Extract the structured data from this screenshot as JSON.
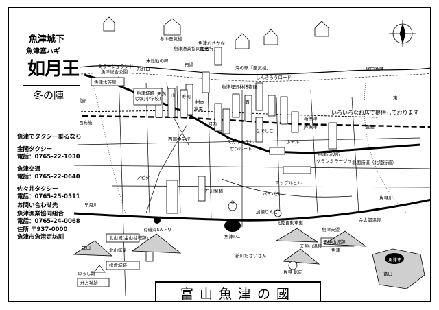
{
  "map": {
    "title_line1": "魚津城下",
    "title_line2": "魚津塞ハギ",
    "title_line3": "如月王",
    "title_line4": "冬の陣",
    "bottom_title": "富山魚津の國",
    "shop_note": "いろいろなお店で提供しております"
  },
  "info": {
    "taxi_heading": "魚津でタクシー乗るなら",
    "taxi1_name": "金閣タクシー",
    "taxi1_tel": "電話：0765-22-1030",
    "taxi2_name": "魚津交通",
    "taxi2_tel": "電話：0765-22-0640",
    "taxi3_name": "佐々井タクシー",
    "taxi3_tel": "電話：0765-25-0511",
    "contact_heading": "お問い合わせ先",
    "contact_org": "魚津漁業協同組合",
    "contact_tel": "電話：0765-24-0068",
    "contact_addr1": "住所 〒937-0000",
    "contact_addr2": "魚津市魚港定坊割"
  },
  "labels": {
    "fuyu_no_ichi": "冬の鹿気楼",
    "yonekami": "米穀勧の碑",
    "mirage_land": "ミラージュランド",
    "mirage_park": "魚津総合公園",
    "mandoko": "万灯ロ",
    "uozu_suizokukan": "魚津水族館",
    "shoubai": "魚津漁業協同組合",
    "okami": "魚津おさかな",
    "okami2": "直売所",
    "ichiba": "市場",
    "umi_eki": "海の駅「蜃気楼」",
    "shinkiro_road": "しんきろうロード",
    "ketsuzen": "経田漁港",
    "tsurigo": "魚津埋没林博物館",
    "shiroyama": "魚津城跡",
    "shiroyama2": "(大町小学校)",
    "yama": "山",
    "tenman": "天満",
    "jinja": "寿司",
    "muramoto": "村本",
    "kaden": "家電",
    "sakana": "酒",
    "nishichu": "西部中学校",
    "kurobe": "黒部",
    "shiyakusho": "魚津市役所",
    "granmiraju": "グランミラージュ",
    "hokuriku": "北国街道（北陸街道）",
    "uozu_station": "新魚津",
    "jr_uozu": "JR魚津",
    "sky_hotel": "スカイホテル",
    "sanroto": "サンルート",
    "apple_hill": "アップルヒル",
    "bypass": "バイパス",
    "ishikawa": "石川製麺",
    "apita": "アピタ",
    "kanaeda": "加積りんご",
    "hokuriku_exp": "北陸自動車道",
    "arisoi_sa": "有磯海SA下り",
    "uozu_ic": "魚津I.C.",
    "kintaichi": "金太郎温泉",
    "kintaichi2": "魚津天望",
    "tenjinyama": "天神山温泉",
    "tenjinyama2": "天神山城跡",
    "kitayama": "北山城(金山谷城跡)",
    "kitayama2": "北山鉱泉",
    "matsukura": "松倉城跡",
    "nochi": "のろし跡",
    "shokata": "升方城跡",
    "kanayama": "金山",
    "niikawa": "新川ださいさん",
    "katakai": "片貝 影向",
    "kaiwa": "片貝川",
    "hayatsuki": "早月川",
    "nishino": "西布施",
    "kaiketsu": "8",
    "uozu_city": "魚津市",
    "tunnel": "なでしこ",
    "rte_yoshi": "吉島",
    "tomi": "富山",
    "pref_label": "魚津",
    "jinzu": "ホテル",
    "nishi": "東",
    "kaganami": "河内"
  },
  "colors": {
    "ink": "#000000",
    "paper": "#ffffff",
    "shade": "#cfcfcf"
  }
}
